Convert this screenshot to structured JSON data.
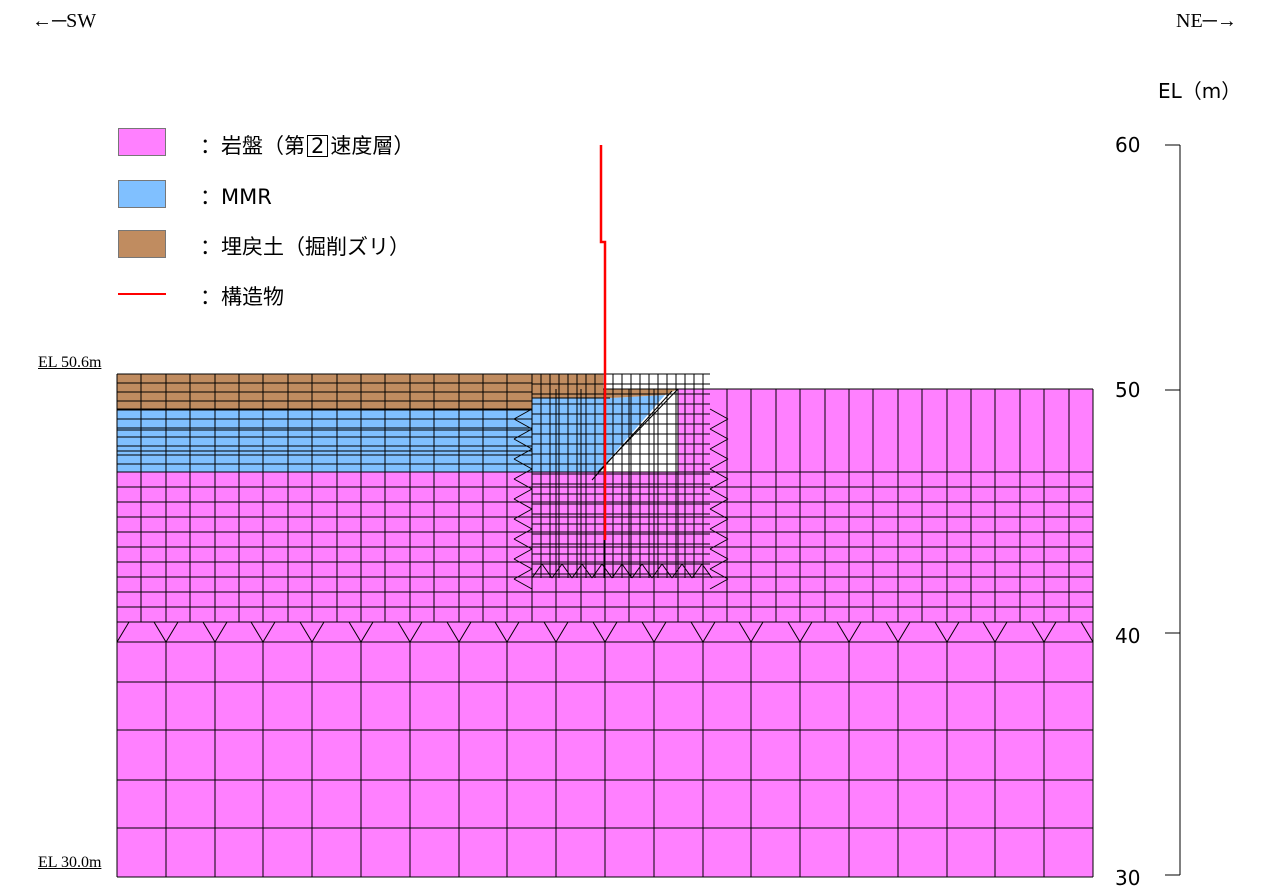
{
  "direction": {
    "left": "←─SW",
    "right": "NE─→"
  },
  "axis": {
    "title": "EL（m）",
    "ticks": [
      {
        "label": "60",
        "value": 60
      },
      {
        "label": "50",
        "value": 50
      },
      {
        "label": "40",
        "value": 40
      },
      {
        "label": "30",
        "value": 30
      }
    ],
    "range": [
      30,
      60
    ]
  },
  "elevation_labels": {
    "top": "EL 50.6m",
    "bottom": "EL 30.0m"
  },
  "legend": [
    {
      "key": "rock",
      "color": "#ff80ff",
      "label_pre": "：岩盤（第",
      "label_box": "2",
      "label_post": "速度層）"
    },
    {
      "key": "mmr",
      "color": "#80c0ff",
      "label": "：MMR"
    },
    {
      "key": "backfill",
      "color": "#c08c60",
      "label": "：埋戻土（掘削ズリ）"
    },
    {
      "key": "structure",
      "color": "#ff0000",
      "label": "：構造物"
    }
  ],
  "colors": {
    "rock": "#ff80ff",
    "mmr": "#80c0ff",
    "backfill": "#c08c60",
    "structure": "#ff0000",
    "mesh_line": "#000000"
  },
  "section": {
    "ground_top_el": 50.6,
    "bottom_el": 30.0
  }
}
